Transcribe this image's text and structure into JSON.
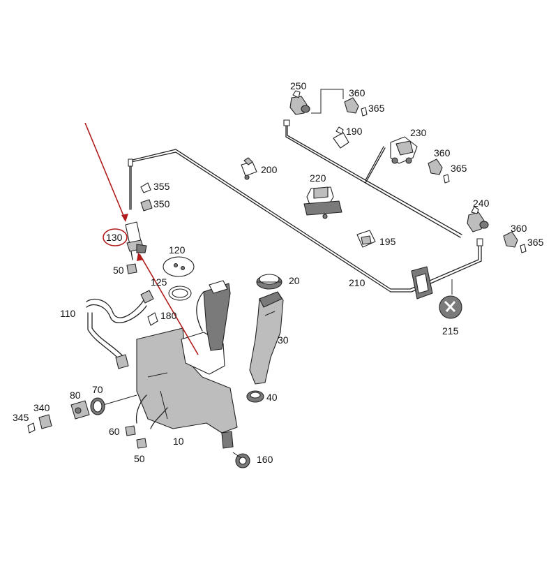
{
  "diagram": {
    "highlight_label": "130",
    "highlight_color": "#b01c1c",
    "labels": {
      "l250": "250",
      "l360a": "360",
      "l365a": "365",
      "l190": "190",
      "l230": "230",
      "l360b": "360",
      "l365b": "365",
      "l240": "240",
      "l360c": "360",
      "l365c": "365",
      "l200": "200",
      "l220": "220",
      "l195": "195",
      "l210": "210",
      "l215": "215",
      "l355": "355",
      "l350": "350",
      "l130": "130",
      "l50a": "50",
      "l120": "120",
      "l125": "125",
      "l20": "20",
      "l110": "110",
      "l180": "180",
      "l30": "30",
      "l40": "40",
      "l80": "80",
      "l70": "70",
      "l345": "345",
      "l340": "340",
      "l60": "60",
      "l10": "10",
      "l50b": "50",
      "l160": "160"
    }
  }
}
